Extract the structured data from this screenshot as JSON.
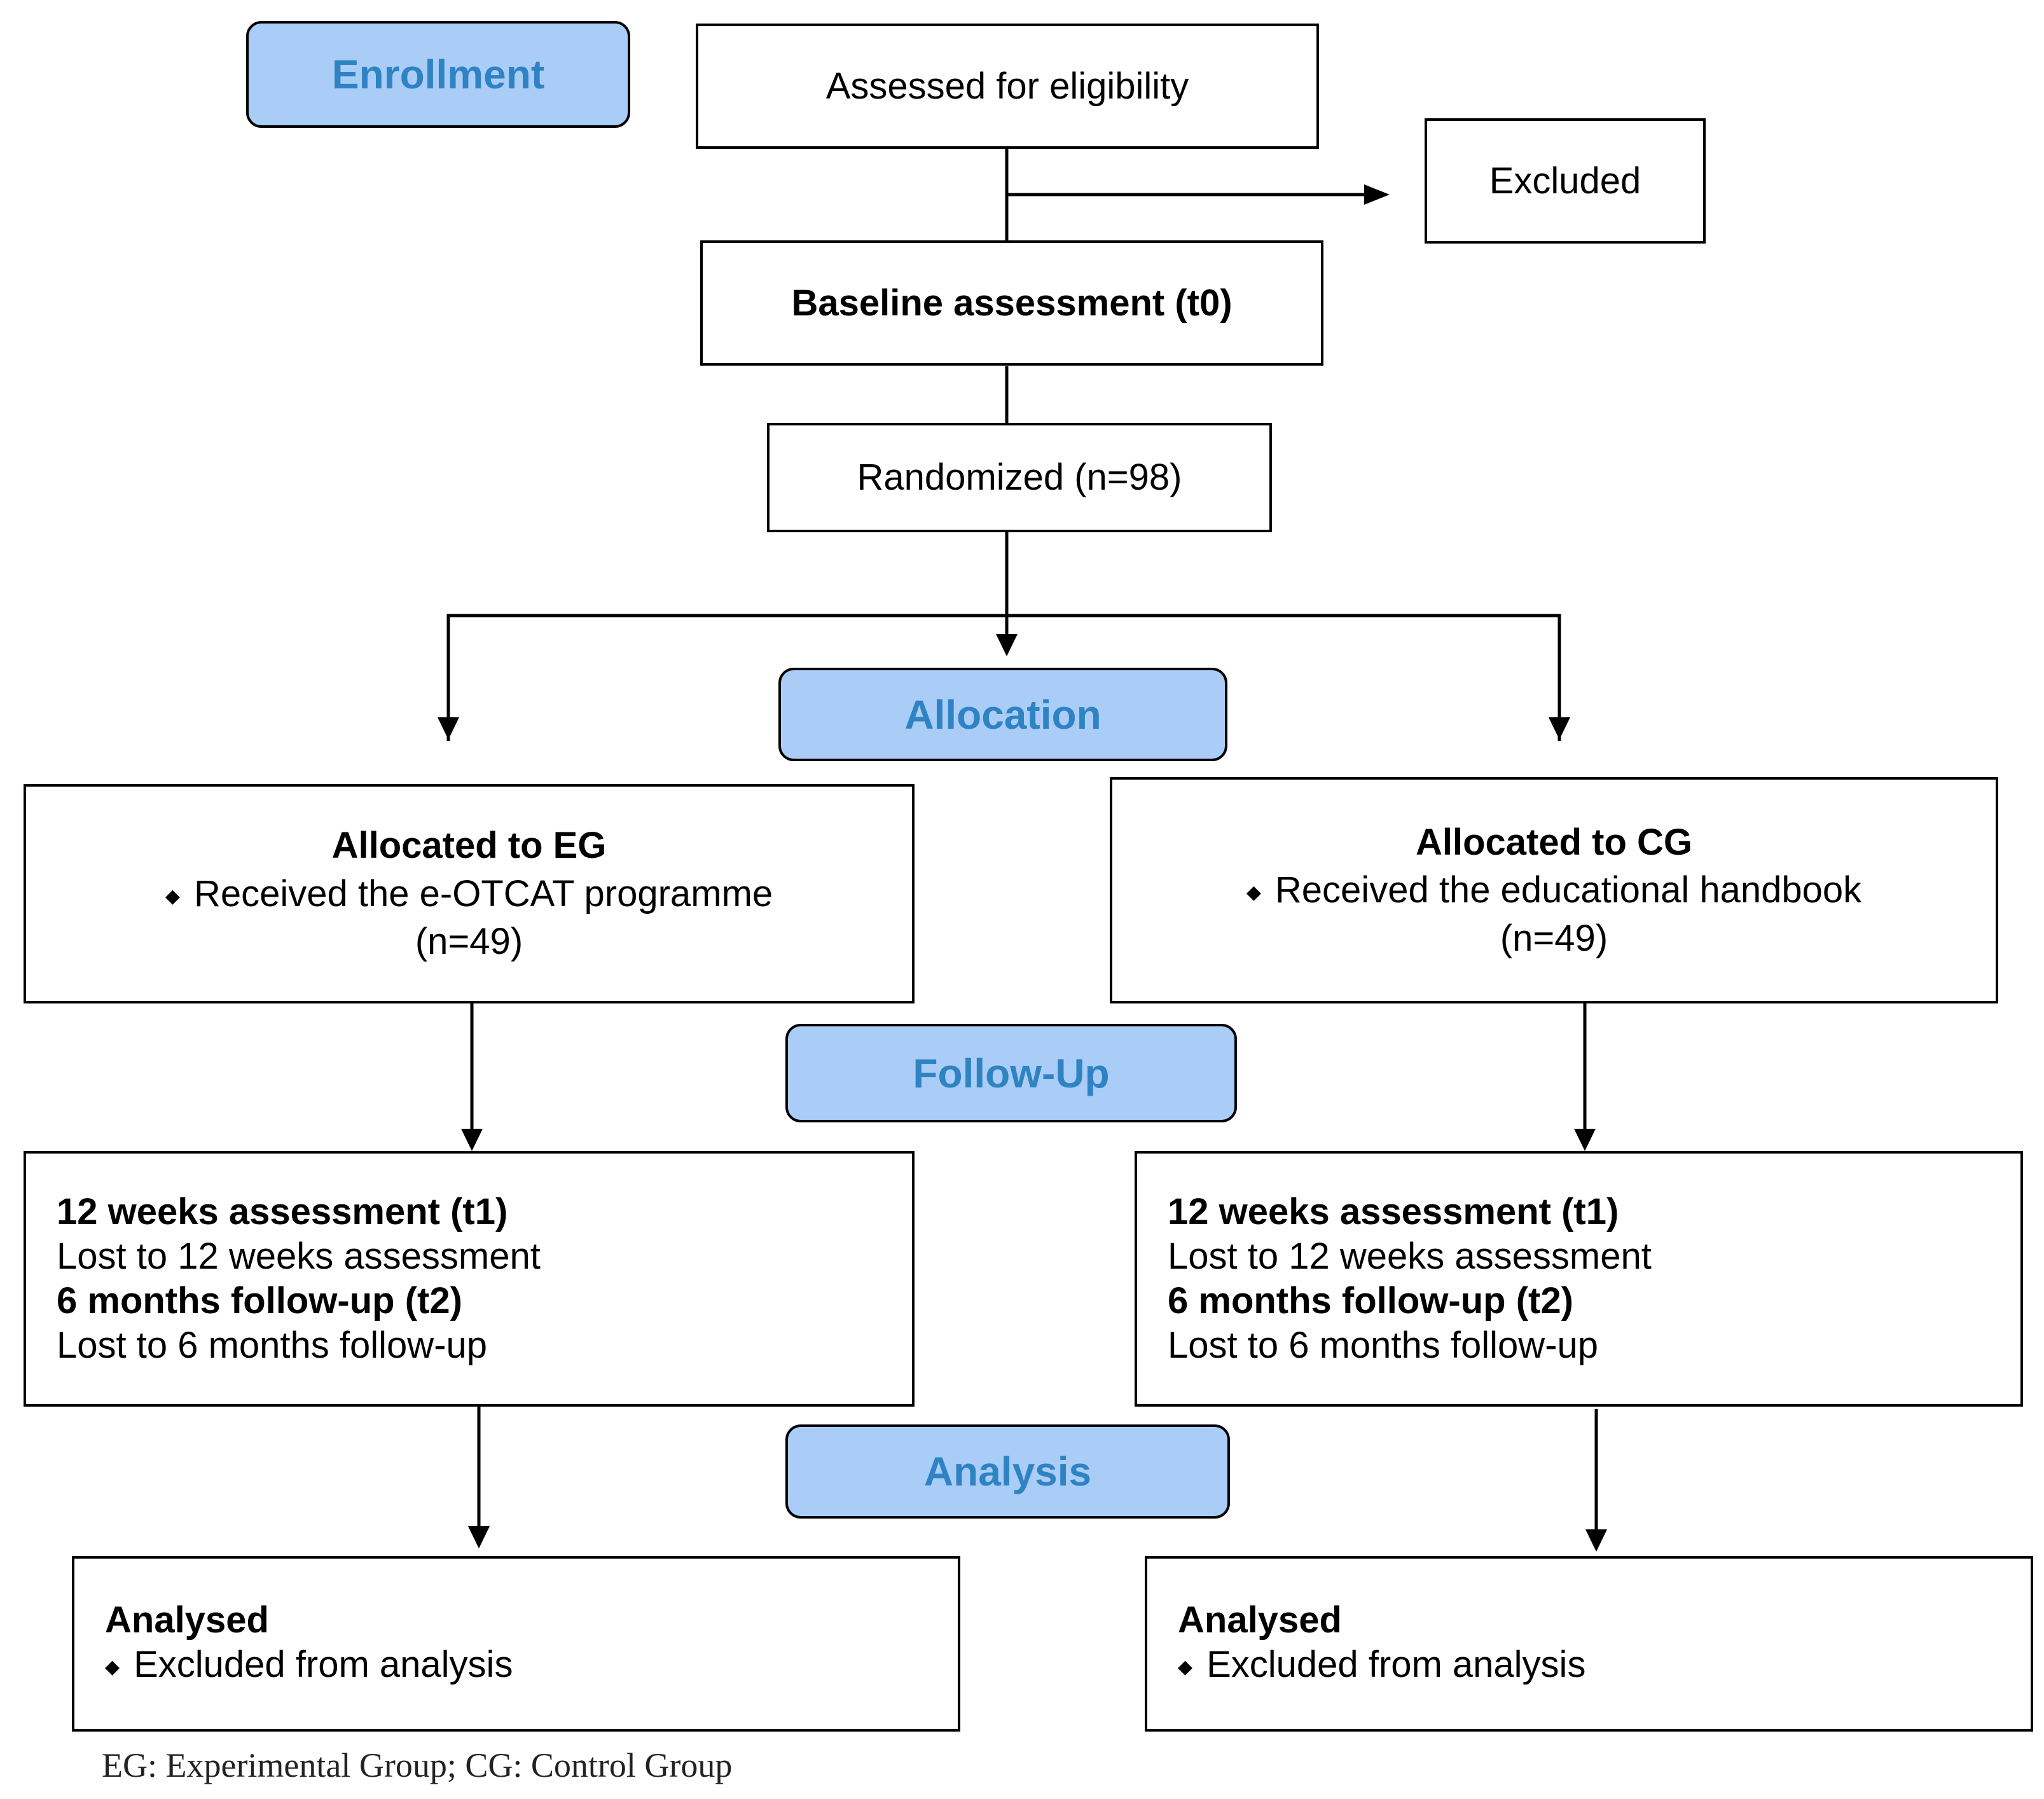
{
  "stages": {
    "enrollment": "Enrollment",
    "allocation": "Allocation",
    "follow_up": "Follow-Up",
    "analysis": "Analysis"
  },
  "enrollment": {
    "assessed": "Assessed for eligibility",
    "excluded": "Excluded",
    "baseline": "Baseline assessment (t0)",
    "randomized": "Randomized (n=98)"
  },
  "eg": {
    "allocated_title": "Allocated to EG",
    "allocated_item": "Received the e-OTCAT programme",
    "allocated_n": "(n=49)",
    "followup_t1": "12 weeks assessment (t1)",
    "followup_lost_t1": "Lost to 12 weeks assessment",
    "followup_t2": "6 months follow-up (t2)",
    "followup_lost_t2": "Lost to 6 months follow-up",
    "analysed_title": "Analysed",
    "analysed_item": "Excluded from analysis"
  },
  "cg": {
    "allocated_title": "Allocated to CG",
    "allocated_item": "Received the educational handbook",
    "allocated_n": "(n=49)",
    "followup_t1": "12 weeks assessment (t1)",
    "followup_lost_t1": "Lost to 12 weeks assessment",
    "followup_t2": "6 months follow-up (t2)",
    "followup_lost_t2": "Lost to 6 months follow-up",
    "analysed_title": "Analysed",
    "analysed_item": "Excluded from analysis"
  },
  "bullet_glyph": "◆",
  "footnote": "EG: Experimental Group; CG: Control Group",
  "colors": {
    "stage_fill": "#a9cdf7",
    "stage_text": "#2f83c2"
  }
}
